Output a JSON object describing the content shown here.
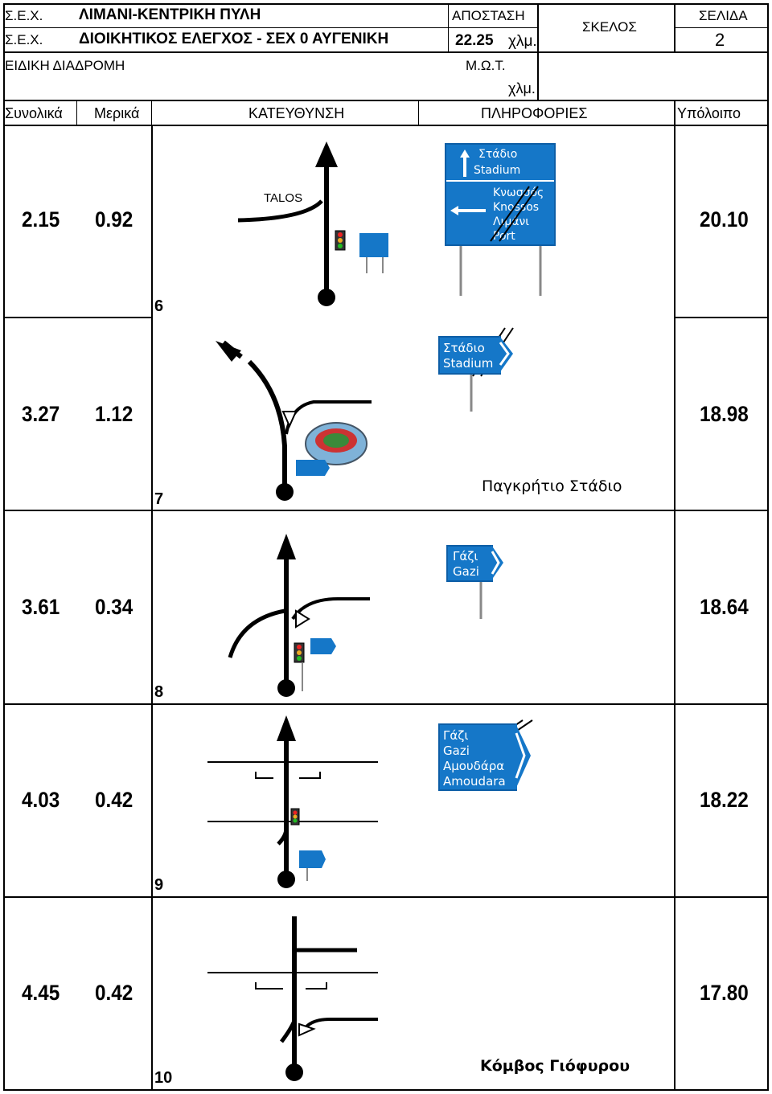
{
  "header": {
    "sex1": "Σ.Ε.Χ.",
    "title1": "ΛΙΜΑΝΙ-ΚΕΝΤΡΙΚΗ ΠΥΛΗ",
    "distance_label": "ΑΠΟΣΤΑΣΗ",
    "leg_label": "ΣΚΕΛΟΣ",
    "page_label": "ΣΕΛΙΔΑ",
    "sex2": "Σ.Ε.Χ.",
    "title2": "ΔΙΟΙΚΗΤΙΚΟΣ ΕΛΕΓΧΟΣ - ΣΕΧ 0 ΑΥΓΕΝΙΚΗ",
    "distance_value": "22.25",
    "distance_unit": "χλμ.",
    "page_value": "2",
    "special_route": "ΕΙΔΙΚΗ ΔΙΑΔΡΟΜΗ",
    "mot_label": "Μ.Ω.Τ.",
    "mot_unit": "χλμ."
  },
  "columns": {
    "total": "Συνολικά",
    "partial": "Μερικά",
    "direction": "ΚΑΤΕΥΘΥΝΣΗ",
    "info": "ΠΛΗΡΟΦΟΡΙΕΣ",
    "remaining": "Υπόλοιπο"
  },
  "rows": [
    {
      "total": "2.15",
      "partial": "0.92",
      "remaining": "20.10",
      "index": "6",
      "road_label": "TALOS",
      "sign": [
        "Στάδιο",
        "Stadium",
        "Κνωσσός",
        "Knossos",
        "Λιμάνι",
        "Port"
      ]
    },
    {
      "total": "3.27",
      "partial": "1.12",
      "remaining": "18.98",
      "index": "7",
      "sign": [
        "Στάδιο",
        "Stadium"
      ],
      "note": "Παγκρήτιο Στάδιο"
    },
    {
      "total": "3.61",
      "partial": "0.34",
      "remaining": "18.64",
      "index": "8",
      "sign": [
        "Γάζι",
        "Gazi"
      ]
    },
    {
      "total": "4.03",
      "partial": "0.42",
      "remaining": "18.22",
      "index": "9",
      "sign": [
        "Γάζι",
        "Gazi",
        "Αμουδάρα",
        "Amoudara"
      ]
    },
    {
      "total": "4.45",
      "partial": "0.42",
      "remaining": "17.80",
      "index": "10",
      "note": "Κόμβος Γιόφυρου"
    }
  ],
  "colors": {
    "sign_blue": "#1577c8",
    "border": "#000000"
  }
}
